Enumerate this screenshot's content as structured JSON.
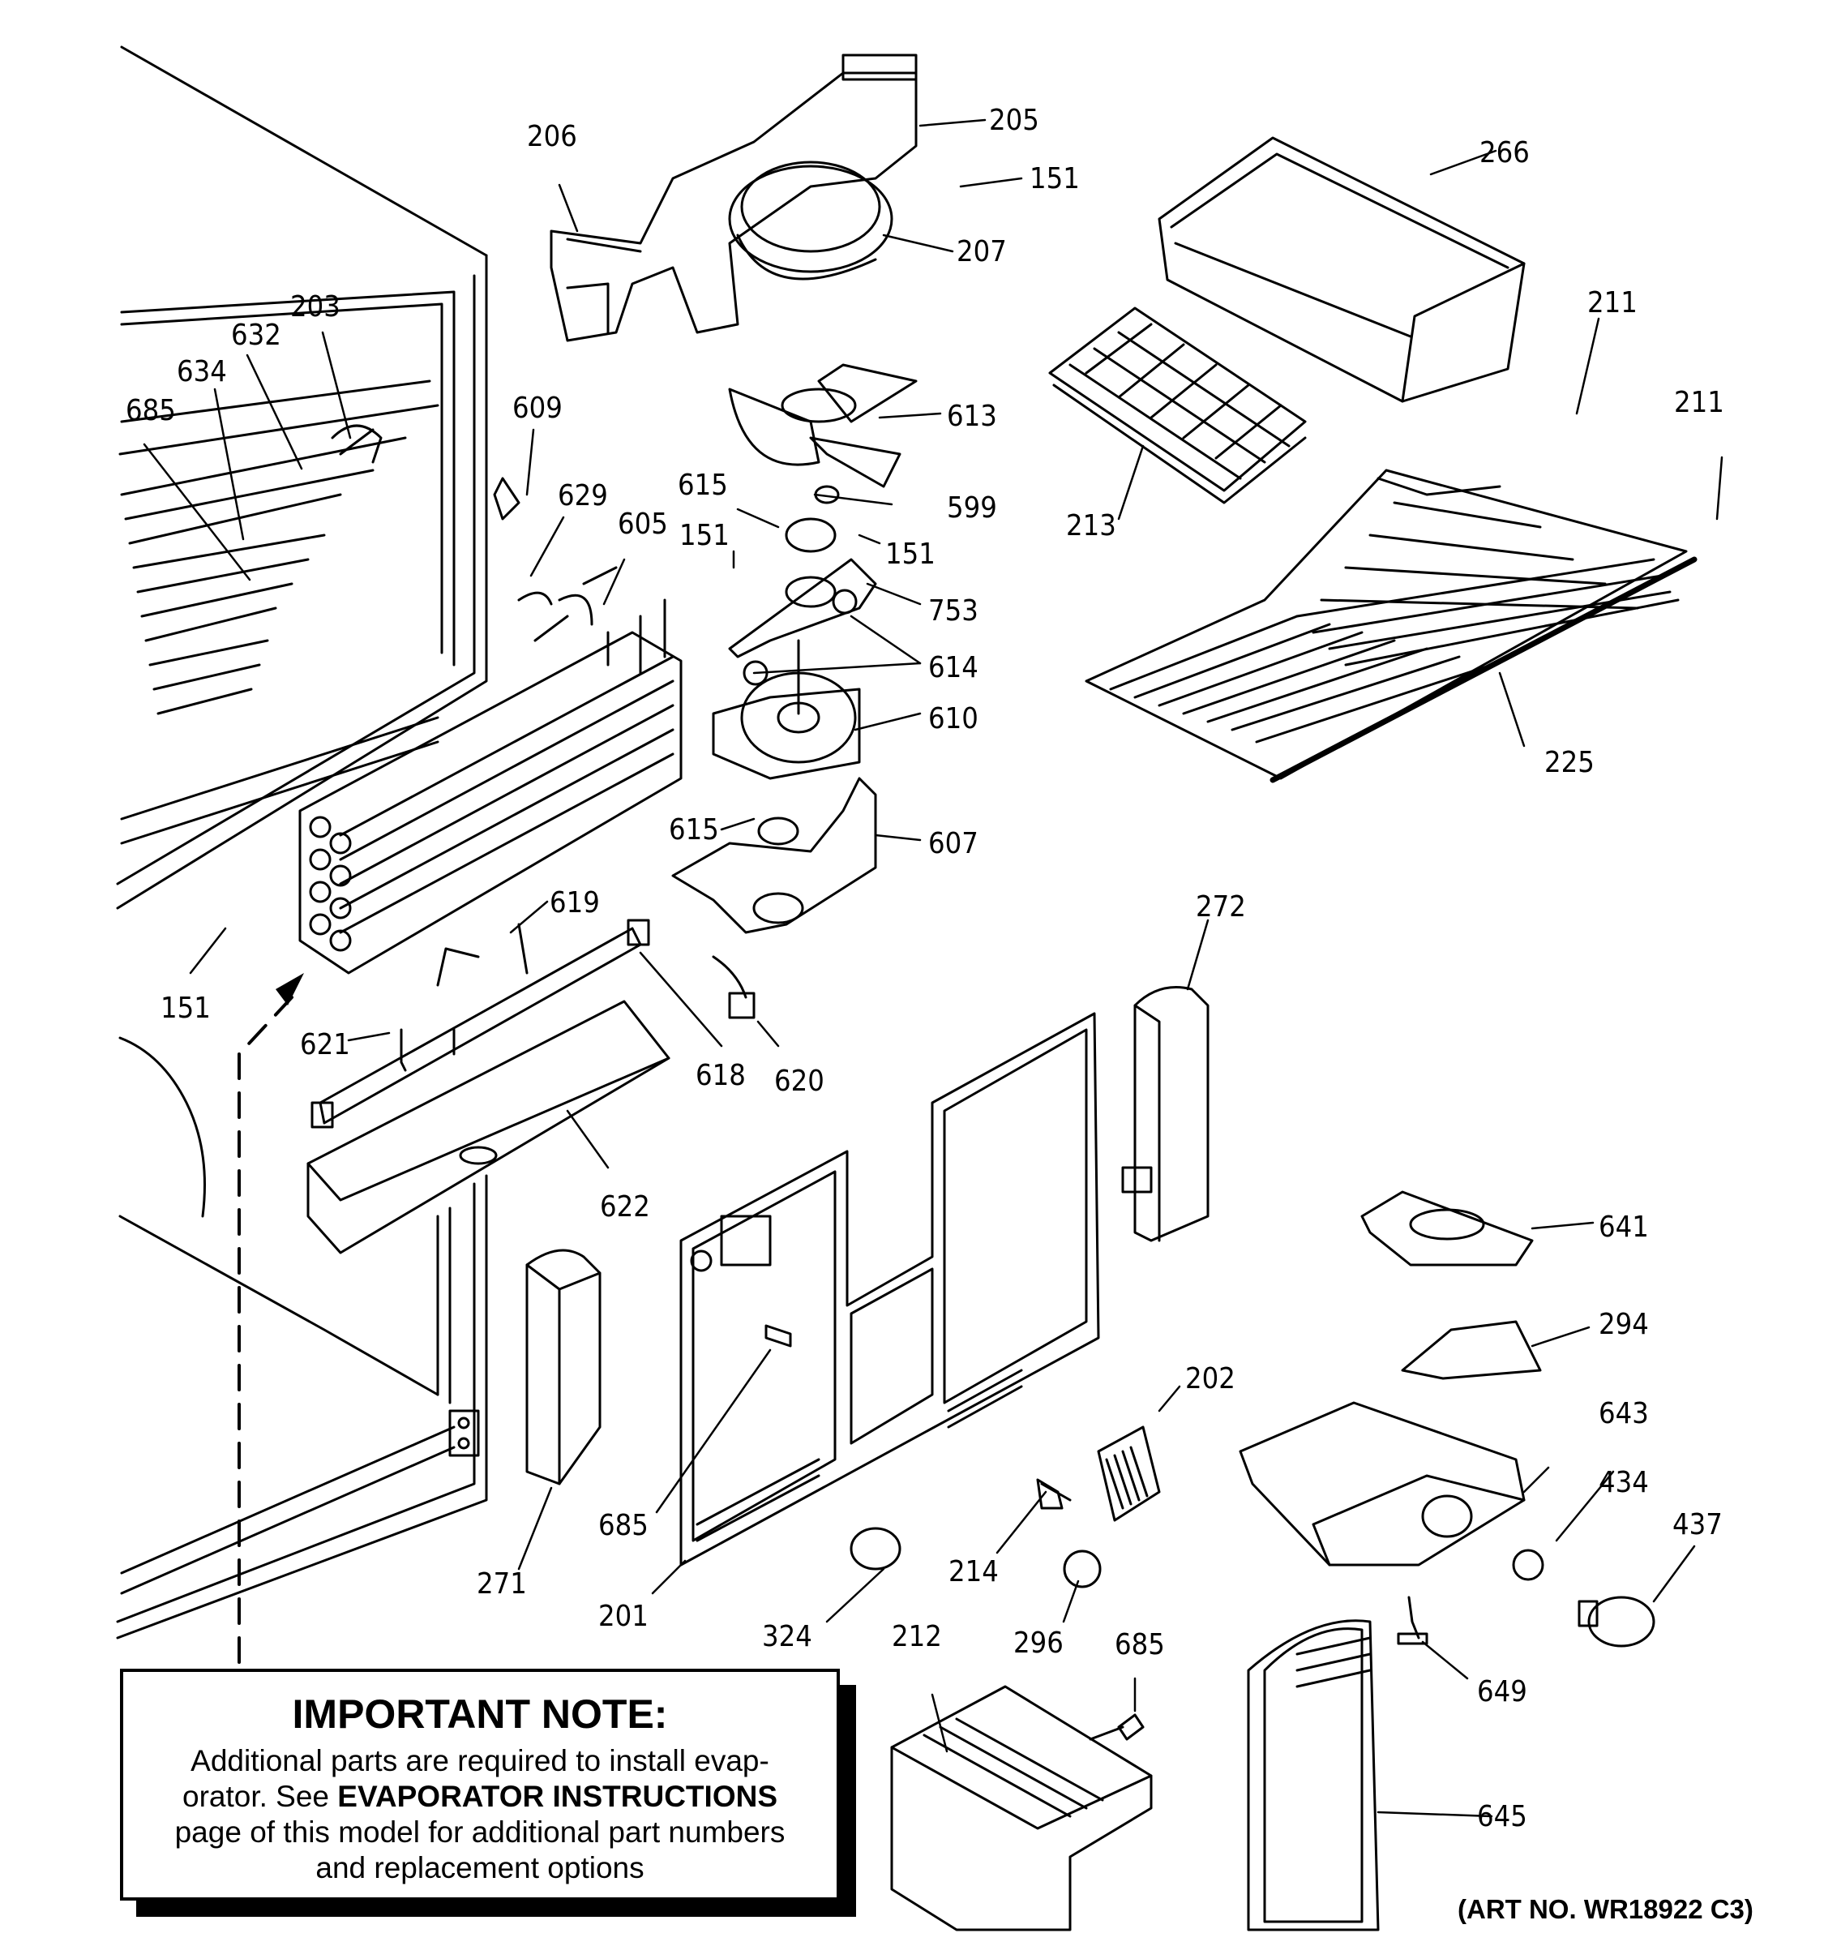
{
  "callouts": {
    "c205": "205",
    "c206": "206",
    "c151a": "151",
    "c207": "207",
    "c266": "266",
    "c203": "203",
    "c632": "632",
    "c634": "634",
    "c685a": "685",
    "c609": "609",
    "c613": "613",
    "c211a": "211",
    "c211b": "211",
    "c629": "629",
    "c605": "605",
    "c615a": "615",
    "c599": "599",
    "c151b": "151",
    "c151c": "151",
    "c213": "213",
    "c753": "753",
    "c614": "614",
    "c610": "610",
    "c225": "225",
    "c615b": "615",
    "c607": "607",
    "c619": "619",
    "c272": "272",
    "c151d": "151",
    "c621": "621",
    "c618": "618",
    "c620": "620",
    "c622": "622",
    "c641": "641",
    "c294": "294",
    "c202": "202",
    "c643": "643",
    "c434": "434",
    "c437": "437",
    "c685b": "685",
    "c214": "214",
    "c271": "271",
    "c201": "201",
    "c324": "324",
    "c296": "296",
    "c212": "212",
    "c685c": "685",
    "c649": "649",
    "c645": "645"
  },
  "note": {
    "title": "IMPORTANT NOTE:",
    "line1": "Additional parts are required to install evap-",
    "line2_pre": "orator.  See ",
    "line2_bold": "EVAPORATOR INSTRUCTIONS",
    "line3": "page of this model for additional part numbers",
    "line4": "and replacement options"
  },
  "art_number": "(ART NO. WR18922 C3)"
}
